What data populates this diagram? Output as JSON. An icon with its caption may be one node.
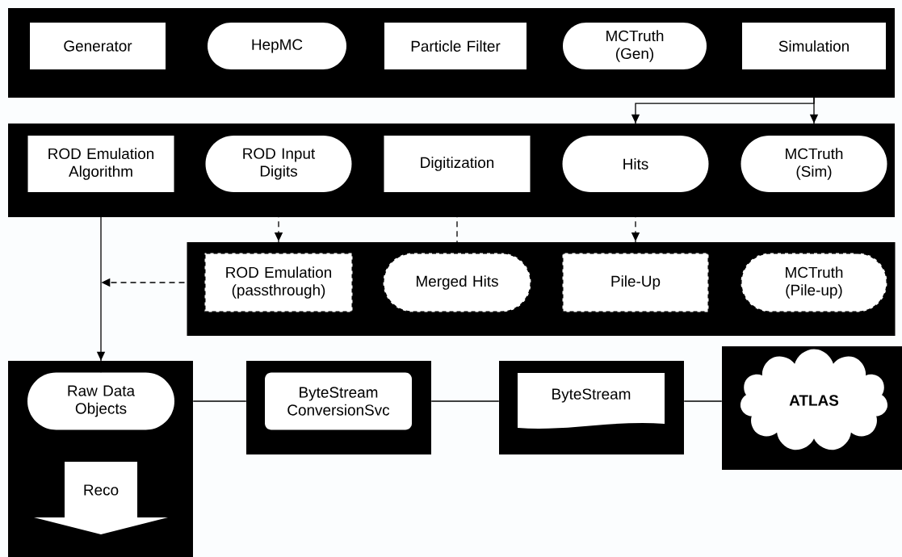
{
  "diagram": {
    "nodes": [
      {
        "text": [],
        "shape": "box"
      },
      {
        "text": [
          "Generator"
        ],
        "in": 0
      },
      {
        "text": [
          "HepMC"
        ],
        "in": 0
      },
      {
        "text": [
          "Particle Filter"
        ],
        "in": 0
      },
      {
        "text": [
          "MCTruth (Gen)"
        ],
        "in": 0
      },
      {
        "text": [
          "Simulation"
        ],
        "in": 0
      },
      {
        "text": [],
        "shape": "box"
      },
      {
        "text": [
          "ROD Emulation Algorithm"
        ],
        "in": 6
      },
      {
        "text": [
          "ROD Input Digits"
        ],
        "in": 6
      },
      {
        "text": [
          "Digitization"
        ],
        "in": 6
      },
      {
        "text": [
          "Hits"
        ],
        "in": 6
      },
      {
        "text": [
          "MCTruth (Sim)"
        ],
        "in": 6
      },
      {
        "text": [],
        "shape": "box"
      },
      {
        "text": [
          "ROD Emulation (passthrough)"
        ],
        "in": 12
      },
      {
        "text": [
          "Merged Hits"
        ],
        "in": 12
      },
      {
        "text": [
          "Pile-Up"
        ],
        "in": 12
      },
      {
        "text": [
          "MCTruth (Pile-up)"
        ],
        "in": 12
      },
      {
        "text": [],
        "shape": "box"
      },
      {
        "text": [
          "Raw Data Objects"
        ],
        "in": 17
      },
      {
        "text": [
          "Reco"
        ],
        "in": 17
      },
      {
        "text": [],
        "shape": "box"
      },
      {
        "text": [
          "ByteStream ConversionSvc"
        ],
        "in": 20
      },
      {
        "text": [],
        "shape": "box"
      },
      {
        "text": [
          "ByteStream"
        ],
        "in": 22
      },
      {
        "text": [],
        "shape": "box"
      },
      {
        "text": [
          "ATLAS"
        ],
        "in": 24
      }
    ],
    "edges": [
      {
        "from": 5,
        "to": 10,
        "arrow": "to"
      },
      {
        "from": 5,
        "to": 11,
        "arrow": "to"
      },
      {
        "from": 8,
        "to": 13,
        "arrow": "to",
        "style": "dashed"
      },
      {
        "from": 9,
        "to": 14,
        "arrow": "none",
        "style": "dashed"
      },
      {
        "from": 10,
        "to": 15,
        "arrow": "to",
        "style": "dashed"
      },
      {
        "from": 13,
        "to": null,
        "arrow": "to",
        "style": "dashed"
      },
      {
        "from": 7,
        "to": 18,
        "arrow": "to"
      },
      {
        "from": 17,
        "to": 20,
        "arrow": "none"
      },
      {
        "from": 20,
        "to": 22,
        "arrow": "none"
      },
      {
        "from": 22,
        "to": 24,
        "arrow": "none"
      }
    ]
  }
}
